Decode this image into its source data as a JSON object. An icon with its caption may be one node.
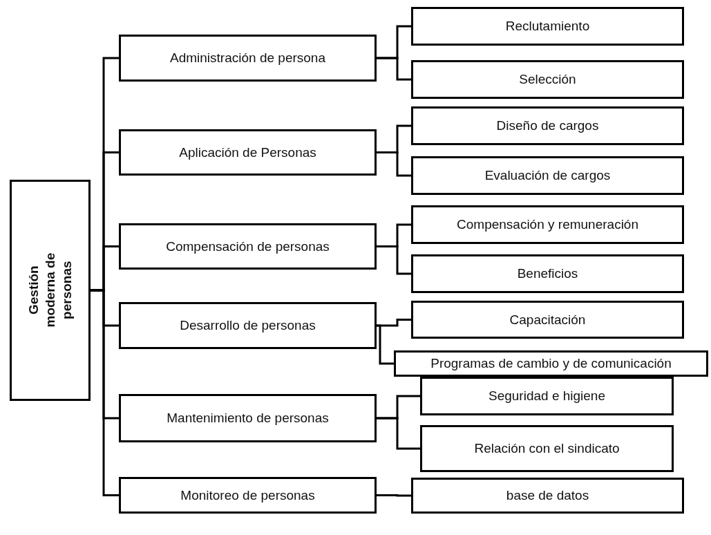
{
  "diagram": {
    "nodes": [
      {
        "text": [
          "Gestión moderna de personas"
        ]
      },
      {
        "text": [
          "Administración de persona"
        ]
      },
      {
        "text": [
          "Reclutamiento"
        ]
      },
      {
        "text": [
          "Selección"
        ]
      },
      {
        "text": [
          "Aplicación de Personas"
        ]
      },
      {
        "text": [
          "Diseño de cargos"
        ]
      },
      {
        "text": [
          "Evaluación de cargos"
        ]
      },
      {
        "text": [
          "Compensación de personas"
        ]
      },
      {
        "text": [
          "Compensación y remuneración"
        ]
      },
      {
        "text": [
          "Beneficios"
        ]
      },
      {
        "text": [
          "Desarrollo de personas"
        ]
      },
      {
        "text": [
          "Capacitación"
        ]
      },
      {
        "text": [
          "Programas de cambio y de comunicación"
        ]
      },
      {
        "text": [
          "Mantenimiento de personas"
        ]
      },
      {
        "text": [
          "Seguridad e higiene"
        ]
      },
      {
        "text": [
          "Relación con el sindicato"
        ]
      },
      {
        "text": [
          "Monitoreo de personas"
        ]
      },
      {
        "text": [
          "base de datos"
        ]
      }
    ],
    "edges": [
      {
        "from": 0,
        "to": 1,
        "arrow": "none"
      },
      {
        "from": 0,
        "to": 4,
        "arrow": "none"
      },
      {
        "from": 0,
        "to": 7,
        "arrow": "none"
      },
      {
        "from": 0,
        "to": 10,
        "arrow": "none"
      },
      {
        "from": 0,
        "to": 13,
        "arrow": "none"
      },
      {
        "from": 0,
        "to": 16,
        "arrow": "none"
      },
      {
        "from": 1,
        "to": 2,
        "arrow": "none"
      },
      {
        "from": 1,
        "to": 3,
        "arrow": "none"
      },
      {
        "from": 4,
        "to": 5,
        "arrow": "none"
      },
      {
        "from": 4,
        "to": 6,
        "arrow": "none"
      },
      {
        "from": 7,
        "to": 8,
        "arrow": "none"
      },
      {
        "from": 7,
        "to": 9,
        "arrow": "none"
      },
      {
        "from": 10,
        "to": 11,
        "arrow": "none"
      },
      {
        "from": 10,
        "to": 12,
        "arrow": "none"
      },
      {
        "from": 13,
        "to": 14,
        "arrow": "none"
      },
      {
        "from": 13,
        "to": 15,
        "arrow": "none"
      },
      {
        "from": 16,
        "to": 17,
        "arrow": "none"
      }
    ]
  }
}
